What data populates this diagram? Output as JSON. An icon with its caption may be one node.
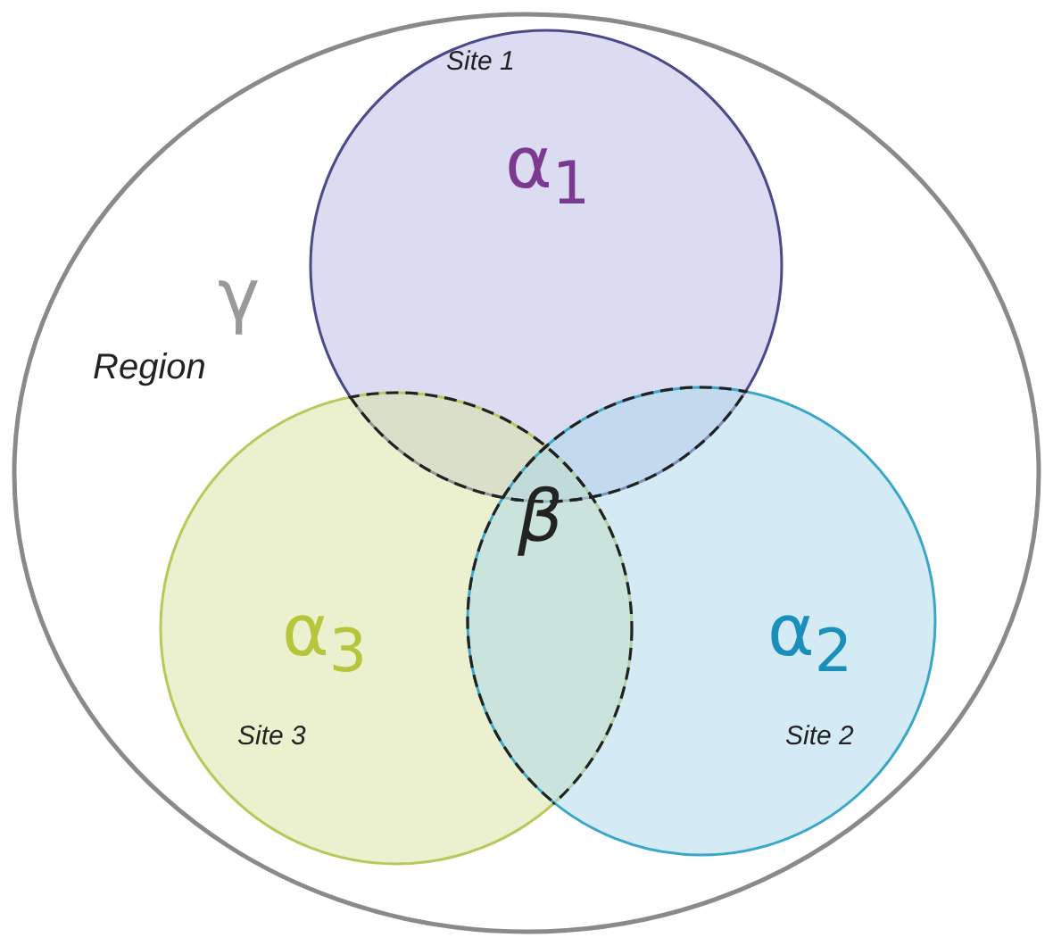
{
  "diagram": {
    "nodes": [
      {
        "text": [
          "γ",
          "Region"
        ]
      },
      {
        "text": [
          "Site 1",
          "α$_{1}$"
        ],
        "in": 0
      },
      {
        "text": [
          "α$_{3}$",
          "Site 3"
        ],
        "in": 0
      },
      {
        "text": [
          "α$_{2}$",
          "Site 2"
        ],
        "in": 0
      }
    ],
    "labels": [
      "β"
    ]
  }
}
